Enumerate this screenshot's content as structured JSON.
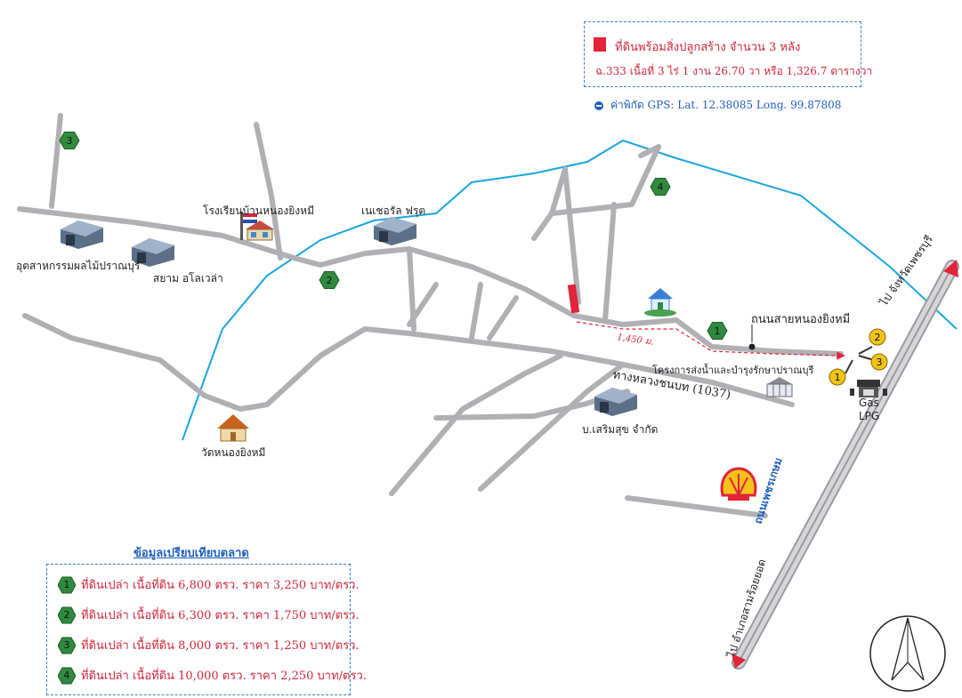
{
  "info_box": {
    "title": "ที่ดินพร้อมสิ่งปลูกสร้าง จำนวน 3 หลัง",
    "detail": "ฉ.333  เนื้อที่ 3 ไร่ 1 งาน 26.70 วา หรือ 1,326.7 ตารางวา"
  },
  "gps": "ค่าพิกัด GPS:  Lat. 12.38085 Long. 99.87808",
  "places": {
    "school": "โรงเรียนบ้านหนองยิงหมี",
    "nature_fruit": "เนเชอรัล ฟรุต",
    "fruit_industry": "อุตสาหกรรมผลไม้ปราณบุรี",
    "siam_aloevera": "สยาม อโลเวล่า",
    "temple": "วัดหนองยิงหมี",
    "road_name": "ถนนสายหนองยิงหมี",
    "highway": "ทางหลวงชนบท (1037)",
    "irrigation": "โครงการส่งน้ำและบำรุงรักษาปราณบุรี",
    "company": "บ.เสริมสุข จำกัด",
    "gas_line1": "Gas",
    "gas_line2": "LPG",
    "to_phetchaburi": "ไป จังหวัดเพชรบุรี",
    "to_samroiyot": "ไป อำเภอสามร้อยยอด",
    "main_road": "ถนนเพชรเกษม",
    "distance": "1,450 ม."
  },
  "markers": {
    "green": [
      "1",
      "2",
      "3",
      "4"
    ],
    "yellow": [
      "1",
      "2",
      "3"
    ]
  },
  "market": {
    "title": "ข้อมูลเปรียบเทียบตลาด",
    "rows": [
      {
        "num": "1",
        "text": "ที่ดินเปล่า เนื้อที่ดิน 6,800 ตรว. ราคา   3,250 บาท/ตรว."
      },
      {
        "num": "2",
        "text": "ที่ดินเปล่า เนื้อที่ดิน  6,300 ตรว. ราคา 1,750 บาท/ตรว."
      },
      {
        "num": "3",
        "text": "ที่ดินเปล่า เนื้อที่ดิน 8,000 ตรว. ราคา 1,250 บาท/ตรว."
      },
      {
        "num": "4",
        "text": "ที่ดินเปล่า เนื้อที่ดิน 10,000 ตรว. ราคา 2,250 บาท/ตรว."
      }
    ]
  },
  "colors": {
    "road": "#b0b0b4",
    "canal": "#1aa6e0",
    "marker_green": "#2f8a3e",
    "marker_yellow": "#f2c21b",
    "land_red": "#e0243a",
    "text_red": "#d0263a",
    "accent_blue": "#1f5fbf"
  }
}
